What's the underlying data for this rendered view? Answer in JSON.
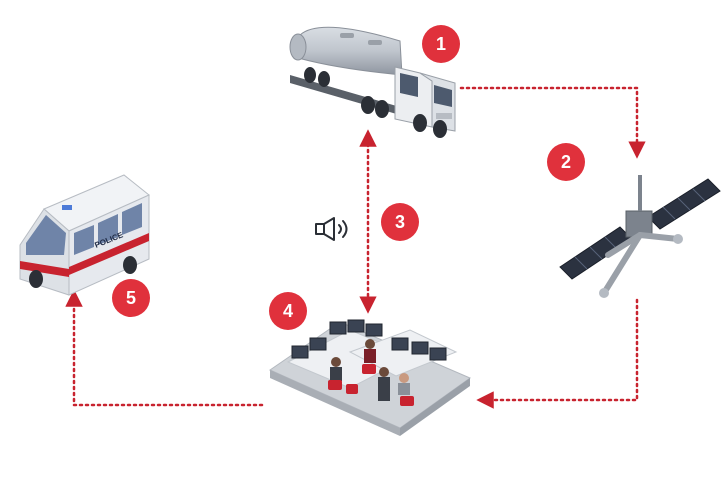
{
  "steps": [
    {
      "number": "1",
      "subject": "tanker truck"
    },
    {
      "number": "2",
      "subject": "satellite"
    },
    {
      "number": "3",
      "subject": "audio alert"
    },
    {
      "number": "4",
      "subject": "control room"
    },
    {
      "number": "5",
      "subject": "police van"
    }
  ],
  "van_label": "POLICE",
  "colors": {
    "accent": "#e0313c",
    "arrow": "#c8232f",
    "badge_text": "#ffffff",
    "floor": "#cfd3d8",
    "vehicle_body": "#e6e9ee",
    "van_window": "#6f84a8",
    "satellite_panel": "#2b3240"
  },
  "icons": [
    "tanker-truck",
    "satellite",
    "speaker-icon",
    "control-room",
    "police-van"
  ]
}
